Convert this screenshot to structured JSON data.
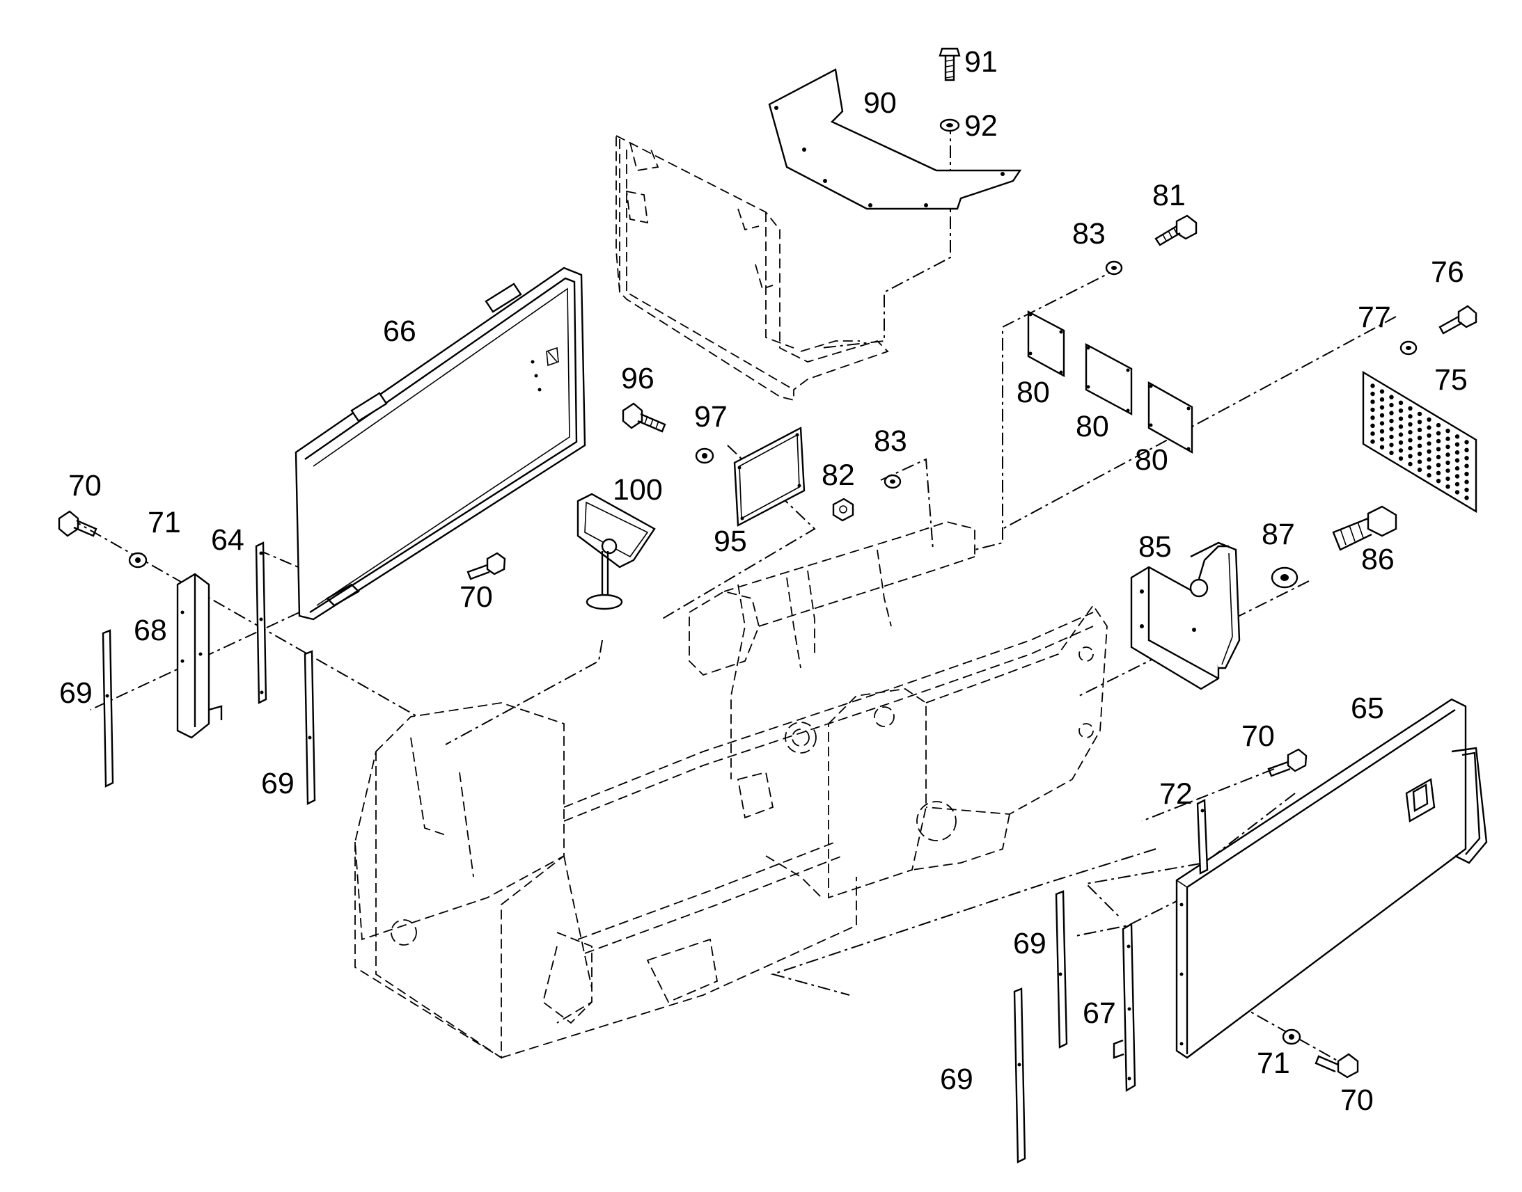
{
  "diagram": {
    "callouts": {
      "c91": "91",
      "c90": "90",
      "c92": "92",
      "c81": "81",
      "c83a": "83",
      "c76": "76",
      "c77": "77",
      "c75": "75",
      "c66": "66",
      "c80a": "80",
      "c80b": "80",
      "c80c": "80",
      "c96": "96",
      "c97": "97",
      "c83b": "83",
      "c82": "82",
      "c100": "100",
      "c95": "95",
      "c70a": "70",
      "c71a": "71",
      "c64": "64",
      "c70b": "70",
      "c68": "68",
      "c69a": "69",
      "c69b": "69",
      "c85": "85",
      "c87": "87",
      "c86": "86",
      "c65": "65",
      "c70c": "70",
      "c72": "72",
      "c69c": "69",
      "c67": "67",
      "c69d": "69",
      "c71b": "71",
      "c70d": "70"
    }
  }
}
